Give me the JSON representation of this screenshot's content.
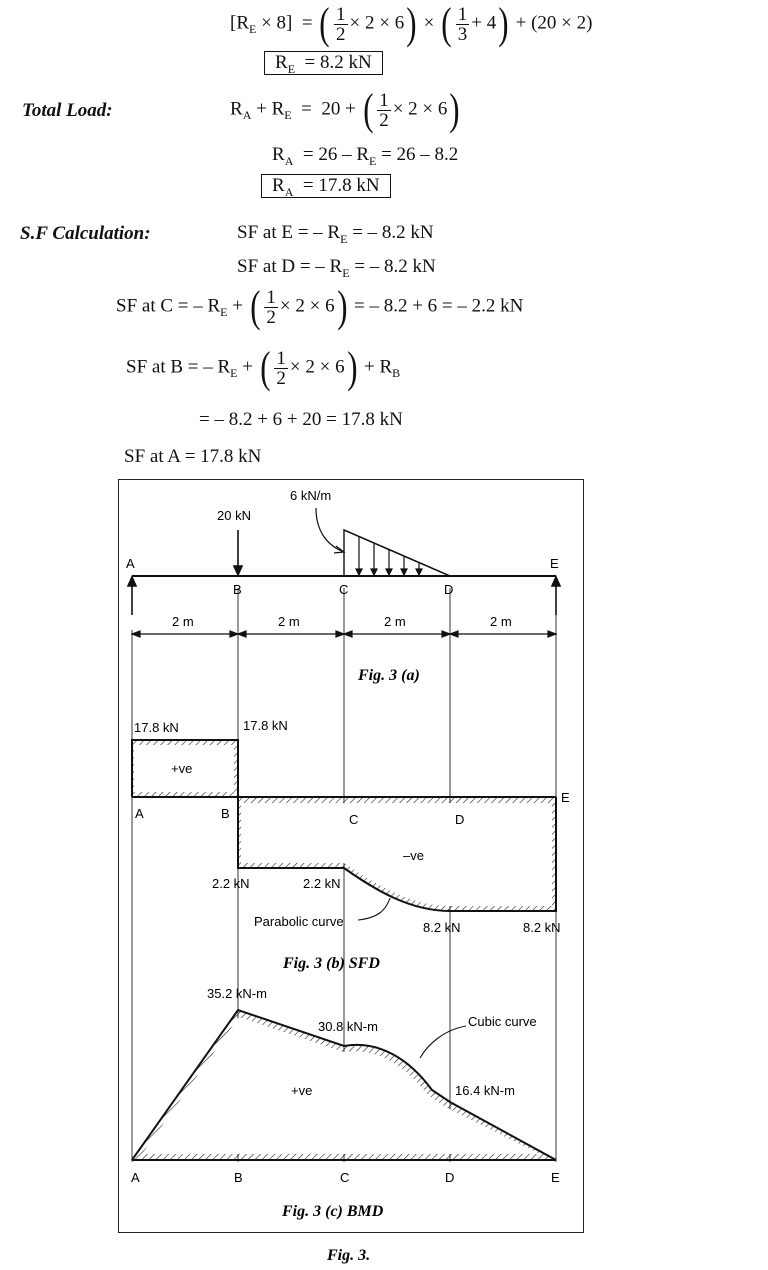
{
  "equations": {
    "moment_lhs": "[R",
    "moment_lhs_sub": "E",
    "moment_lhs_tail": " × 8]",
    "eq": "=",
    "frac_half_n": "1",
    "frac_half_d": "2",
    "x2x6": "× 2 × 6",
    "times": "×",
    "frac_third_n": "1",
    "frac_third_d": "3",
    "plus4": "+ 4",
    "plus_20x2": "+ (20 × 2)",
    "re_box": "= 8.2 kN",
    "total_load_label": "Total Load:",
    "tl_lhs": "R",
    "tl_sub_a": "A",
    "tl_plus": " + R",
    "tl_sub_e": "E",
    "tl_rhs": "20 +",
    "ra_line": "= 26 – R",
    "ra_line_tail": " = 26 – 8.2",
    "ra_box": "= 17.8 kN",
    "sf_label": "S.F Calculation:",
    "sf_e": "SF at E  =  – R",
    "sf_e_tail": " = – 8.2 kN",
    "sf_d": "SF at D  =  – R",
    "sf_d_tail": " = – 8.2 kN",
    "sf_c": "SF at C  =  – R",
    "sf_c_mid": " +",
    "sf_c_tail": "= – 8.2 + 6  =  – 2.2 kN",
    "sf_b": "SF at B  =  – R",
    "sf_b_mid": " +",
    "sf_b_tail": "+ R",
    "sf_b_sub": "B",
    "sf_b_line2": "=  – 8.2 + 6 + 20  =  17.8 kN",
    "sf_a": "SF at A  =  17.8 kN"
  },
  "figure": {
    "load_udl": "6 kN/m",
    "load_point": "20 kN",
    "points": [
      "A",
      "B",
      "C",
      "D",
      "E"
    ],
    "spans": [
      "2 m",
      "2 m",
      "2 m",
      "2 m"
    ],
    "fig_a_caption": "Fig. 3 (a)",
    "sfd": {
      "a_val": "17.8 kN",
      "b_val": "17.8 kN",
      "pos": "+ve",
      "neg": "–ve",
      "b_low": "2.2 kN",
      "c_low": "2.2 kN",
      "parabolic": "Parabolic curve",
      "d_low": "8.2 kN",
      "e_low": "8.2 kN",
      "caption": "Fig. 3 (b) SFD"
    },
    "bmd": {
      "b_val": "35.2 kN-m",
      "c_val": "30.8 kN-m",
      "cubic": "Cubic curve",
      "d_val": "16.4 kN-m",
      "pos": "+ve",
      "caption": "Fig. 3 (c) BMD"
    },
    "fig_caption": "Fig. 3."
  },
  "chart_data": [
    {
      "type": "line",
      "title": "Fig. 3 (b) SFD",
      "xlabel": "",
      "ylabel": "",
      "x": [
        "A",
        "B",
        "C",
        "D",
        "E"
      ],
      "series": [
        {
          "values": [
            17.8,
            17.8,
            -2.2,
            -8.2,
            -8.2
          ]
        }
      ]
    },
    {
      "type": "line",
      "title": "Fig. 3 (c) BMD",
      "xlabel": "",
      "ylabel": "",
      "x": [
        "A",
        "B",
        "C",
        "D",
        "E"
      ],
      "series": [
        {
          "values": [
            0,
            35.2,
            30.8,
            16.4,
            0
          ]
        }
      ]
    }
  ]
}
